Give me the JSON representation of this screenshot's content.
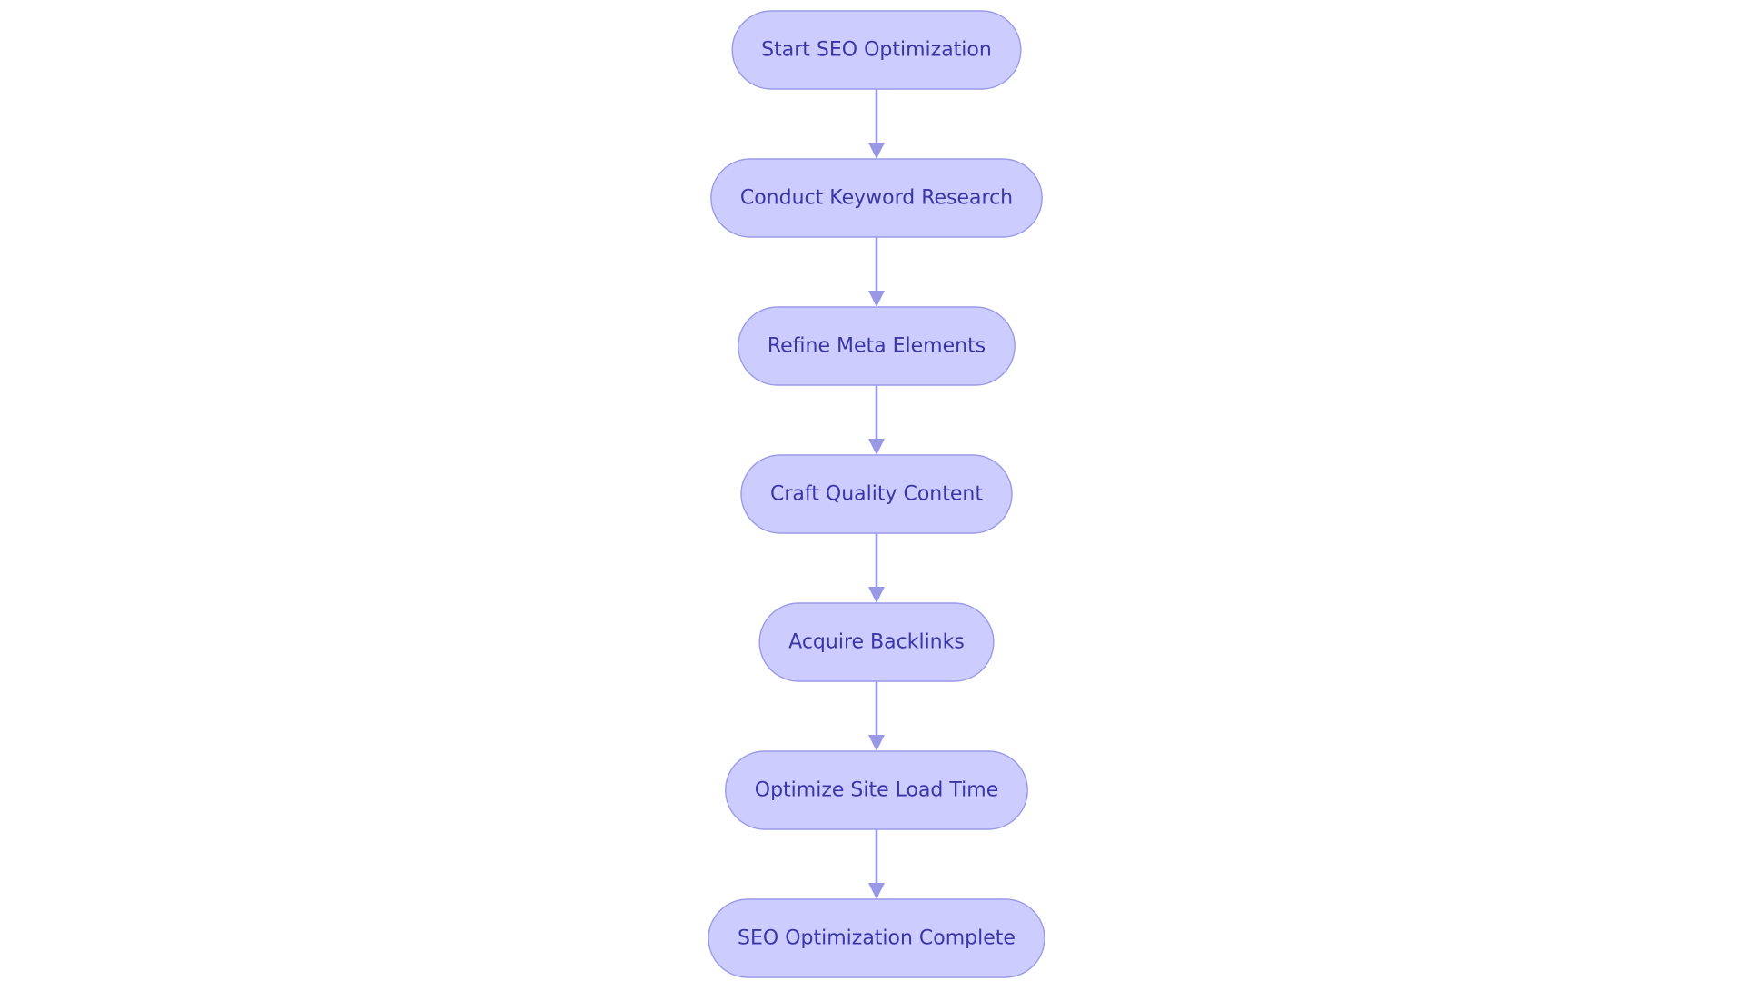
{
  "flowchart": {
    "colors": {
      "node_fill": "#ccccff",
      "node_stroke": "#9a9ae8",
      "label_text": "#3a36a8",
      "edge": "#9898e6",
      "background": "#ffffff"
    },
    "nodes": [
      {
        "id": "start",
        "label": "Start SEO Optimization",
        "shape": "stadium"
      },
      {
        "id": "keyword",
        "label": "Conduct Keyword Research",
        "shape": "stadium"
      },
      {
        "id": "meta",
        "label": "Refine Meta Elements",
        "shape": "stadium"
      },
      {
        "id": "content",
        "label": "Craft Quality Content",
        "shape": "stadium"
      },
      {
        "id": "backlinks",
        "label": "Acquire Backlinks",
        "shape": "stadium"
      },
      {
        "id": "loadtime",
        "label": "Optimize Site Load Time",
        "shape": "stadium"
      },
      {
        "id": "complete",
        "label": "SEO Optimization Complete",
        "shape": "stadium"
      }
    ],
    "edges": [
      {
        "from": "start",
        "to": "keyword"
      },
      {
        "from": "keyword",
        "to": "meta"
      },
      {
        "from": "meta",
        "to": "content"
      },
      {
        "from": "content",
        "to": "backlinks"
      },
      {
        "from": "backlinks",
        "to": "loadtime"
      },
      {
        "from": "loadtime",
        "to": "complete"
      }
    ]
  }
}
